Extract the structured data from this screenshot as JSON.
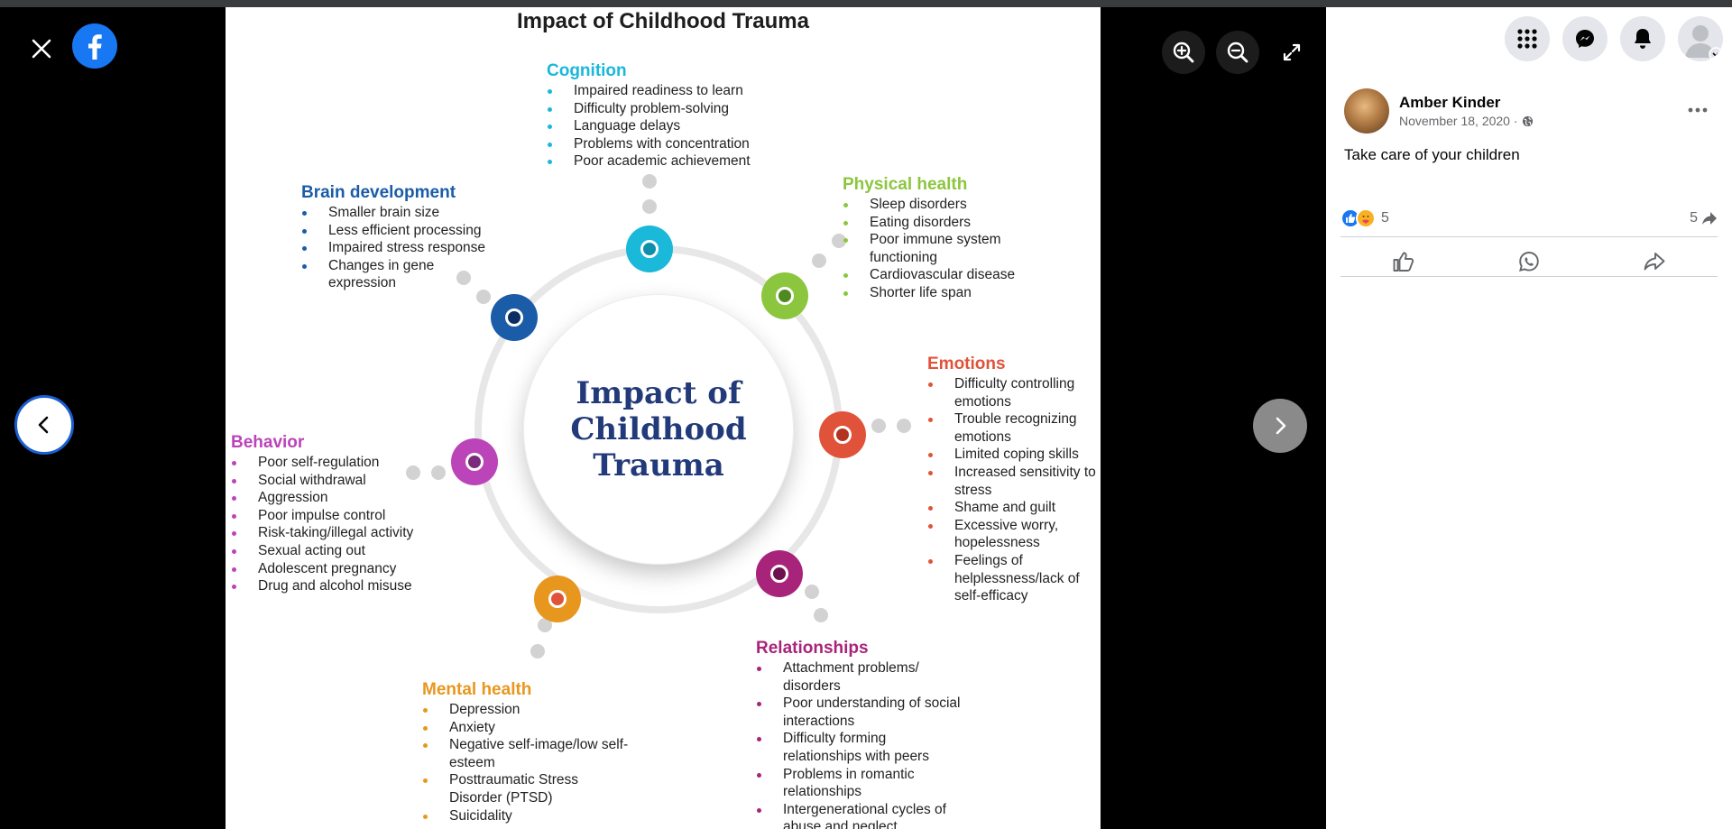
{
  "viewer": {
    "infographic": {
      "title": "Impact of Childhood Trauma",
      "center_text": "Impact of Childhood Trauma",
      "categories": {
        "cognition": {
          "title": "Cognition",
          "color": "#1ab8d9",
          "items": [
            "Impaired readiness to learn",
            "Difficulty problem-solving",
            "Language delays",
            "Problems with concentration",
            "Poor academic achievement"
          ]
        },
        "brain": {
          "title": "Brain development",
          "color": "#1a5ca8",
          "items": [
            "Smaller brain size",
            "Less efficient processing",
            "Impaired stress response",
            "Changes in gene expression"
          ]
        },
        "physical": {
          "title": "Physical health",
          "color": "#8cc63f",
          "items": [
            "Sleep disorders",
            "Eating disorders",
            "Poor immune system functioning",
            "Cardiovascular disease",
            "Shorter life span"
          ]
        },
        "emotions": {
          "title": "Emotions",
          "color": "#e0533a",
          "items": [
            "Difficulty controlling emotions",
            "Trouble recognizing emotions",
            "Limited coping skills",
            "Increased sensitivity to stress",
            "Shame and guilt",
            "Excessive worry, hopelessness",
            "Feelings of helplessness/lack of self-efficacy"
          ]
        },
        "behavior": {
          "title": "Behavior",
          "color": "#bb44b9",
          "items": [
            "Poor self-regulation",
            "Social withdrawal",
            "Aggression",
            "Poor impulse control",
            "Risk-taking/illegal activity",
            "Sexual acting out",
            "Adolescent pregnancy",
            "Drug and alcohol misuse"
          ]
        },
        "mental": {
          "title": "Mental health",
          "color": "#e8971e",
          "items": [
            "Depression",
            "Anxiety",
            "Negative self-image/low self-esteem",
            "Posttraumatic Stress Disorder (PTSD)",
            "Suicidality"
          ]
        },
        "relationships": {
          "title": "Relationships",
          "color": "#a8247a",
          "items": [
            "Attachment problems/ disorders",
            "Poor understanding of social interactions",
            "Difficulty forming relationships with peers",
            "Problems in romantic relationships",
            "Intergenerational cycles of abuse and neglect"
          ]
        }
      }
    }
  },
  "post": {
    "author": "Amber Kinder",
    "date": "November 18, 2020 ·",
    "text": "Take care of your children",
    "reaction_count": "5",
    "share_count": "5"
  },
  "colors": {
    "facebook_blue": "#1877f2",
    "nav_circle": "#e4e6eb",
    "prev_ring": "#1a5fd1"
  },
  "icons": {
    "close": "close-icon",
    "logo": "facebook-logo-icon",
    "zoom_in": "zoom-in-icon",
    "zoom_out": "zoom-out-icon",
    "fullscreen": "fullscreen-icon",
    "prev": "chevron-left-icon",
    "next": "chevron-right-icon",
    "menu": "grid-menu-icon",
    "messenger": "messenger-icon",
    "notifications": "bell-icon",
    "like": "like-icon",
    "whatsapp": "whatsapp-icon",
    "share": "share-icon"
  }
}
